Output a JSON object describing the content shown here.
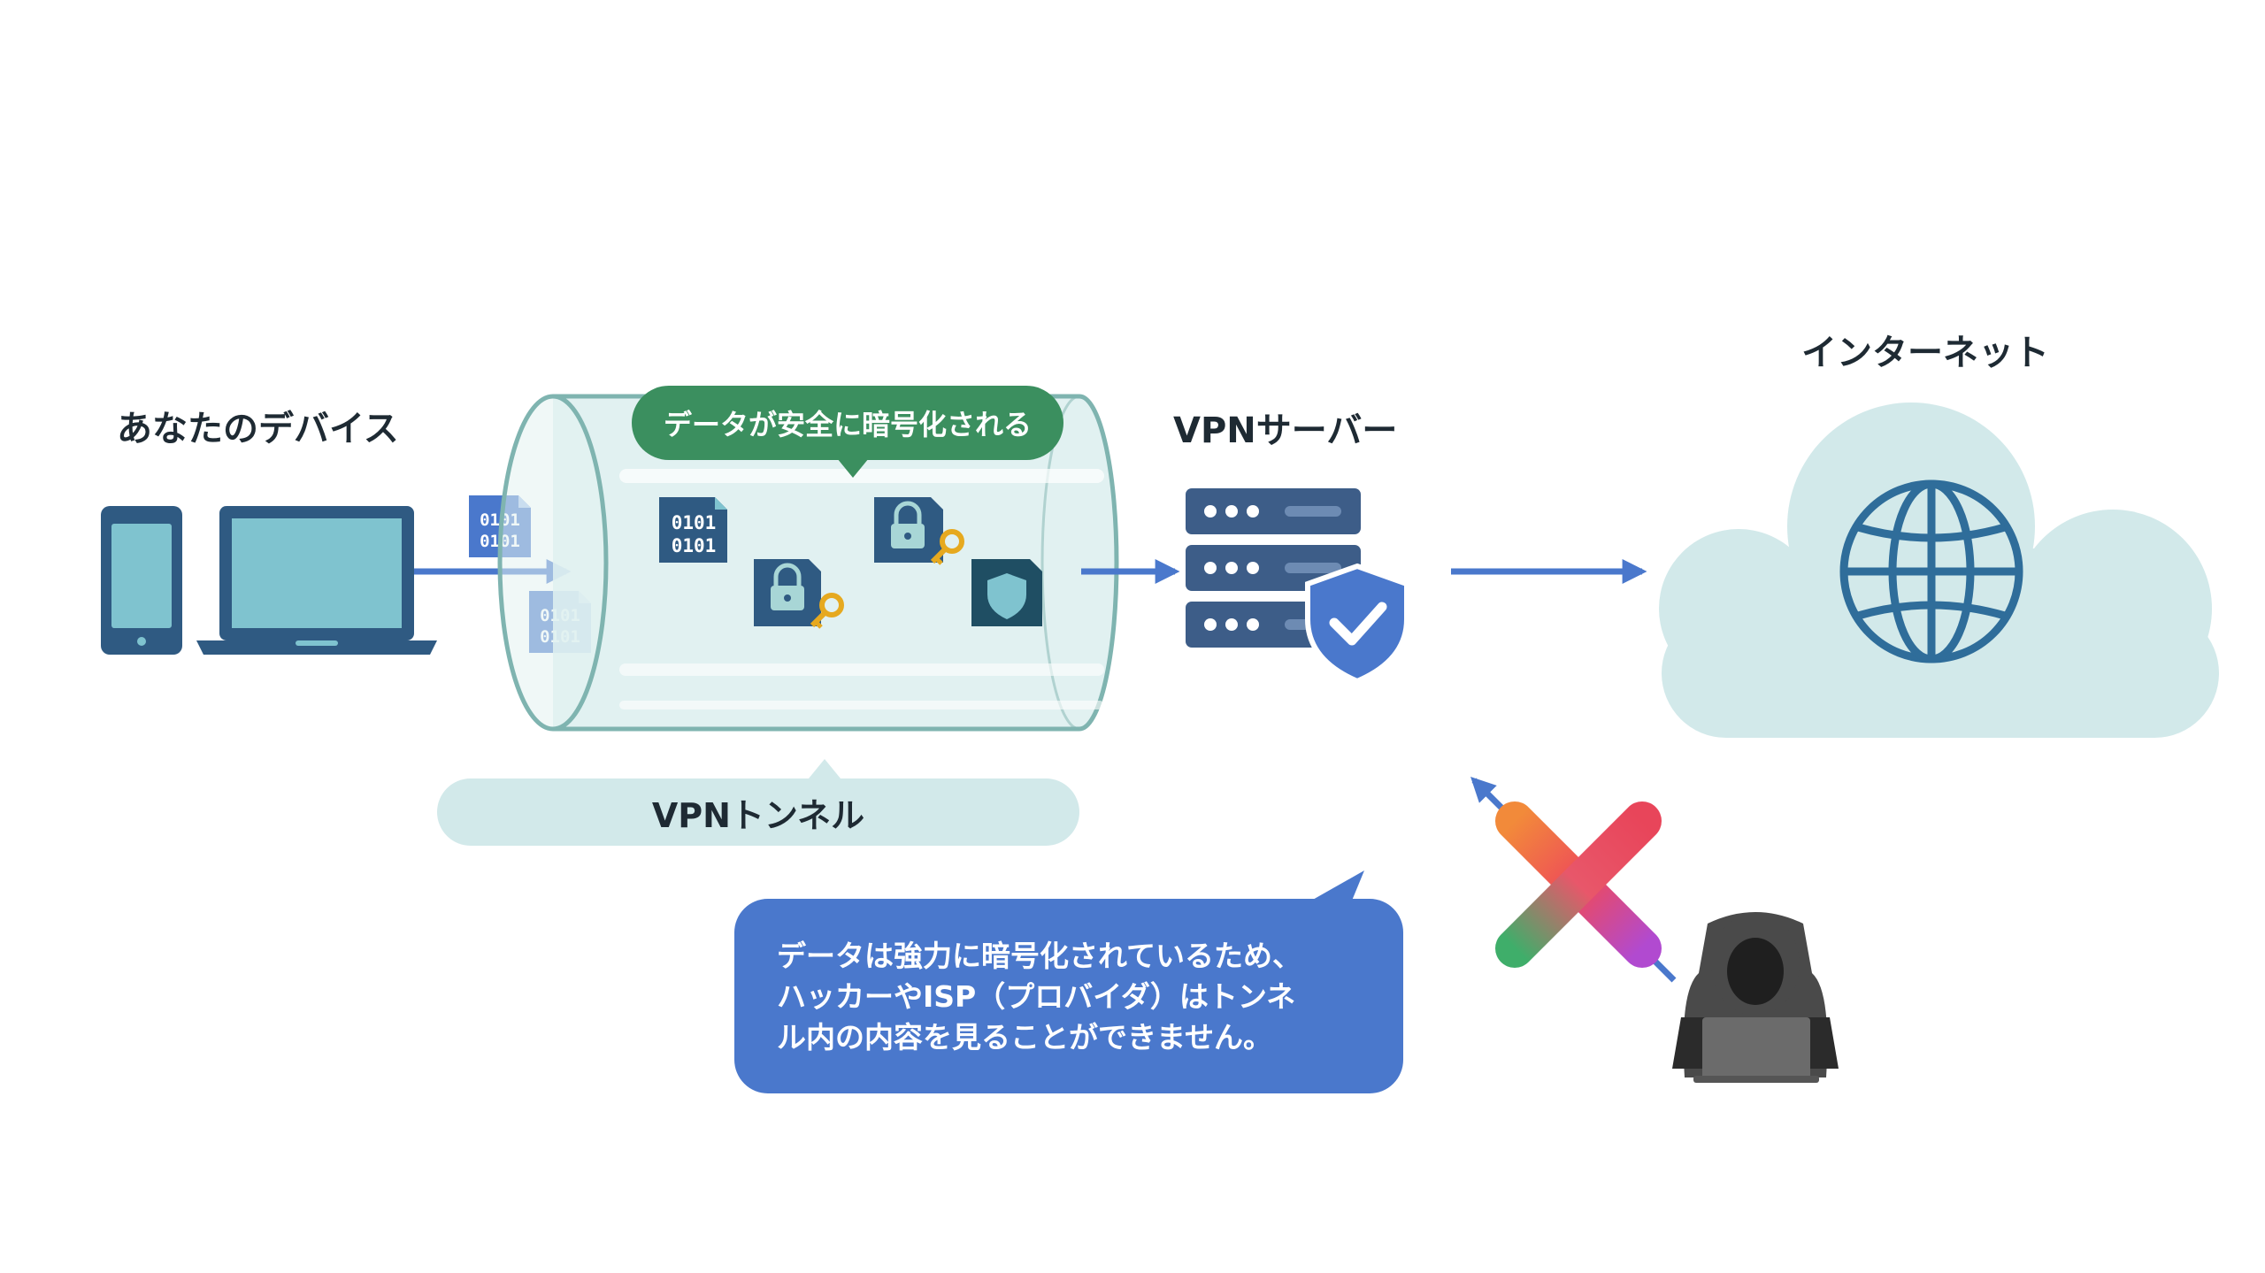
{
  "labels": {
    "device": "あなたのデバイス",
    "vpn_server": "VPNサーバー",
    "internet": "インターネット",
    "tunnel": "VPNトンネル"
  },
  "tunnel_caption": "データが安全に暗号化される",
  "callout_lines": [
    "データは強力に暗号化されているため、",
    "ハッカーやISP（プロバイダ）はトンネ",
    "ル内の内容を見ることができません。"
  ],
  "binary_text": "0101",
  "colors": {
    "device": "#2f5a82",
    "screen": "#7fc3cf",
    "arrow": "#4a78cc",
    "tunnel_fill": "#dcefee",
    "tunnel_stroke": "#7fb4b0",
    "caption_green": "#3b8f5f",
    "server": "#3d5d88",
    "shield": "#4a78cc",
    "cloud": "#d2e9ea",
    "globe": "#2f6d9a",
    "hacker": "#4a4a4a",
    "key": "#e6a91f"
  },
  "icons": [
    "phone-icon",
    "laptop-icon",
    "server-icon",
    "shield-check-icon",
    "cloud-icon",
    "globe-icon",
    "lock-icon",
    "key-icon",
    "hacker-icon",
    "blocked-x-icon"
  ]
}
